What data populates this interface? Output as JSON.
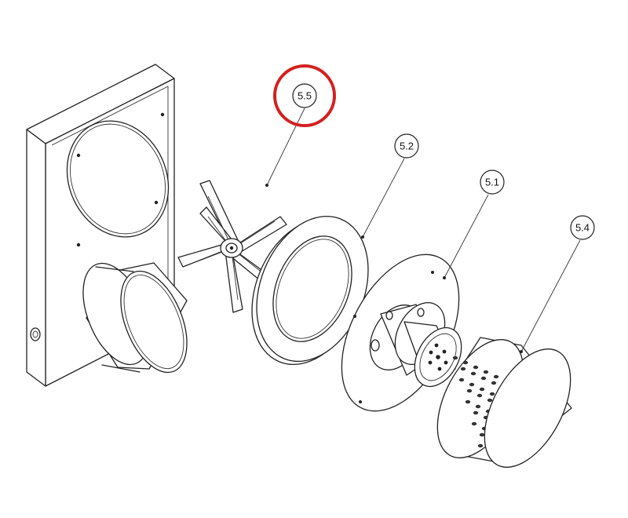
{
  "diagram": {
    "callouts": [
      {
        "id": "5.5",
        "label": "5.5",
        "highlighted": true
      },
      {
        "id": "5.2",
        "label": "5.2",
        "highlighted": false
      },
      {
        "id": "5.1",
        "label": "5.1",
        "highlighted": false
      },
      {
        "id": "5.4",
        "label": "5.4",
        "highlighted": false
      }
    ],
    "highlight_color": "#d42020",
    "line_color": "#222222"
  }
}
